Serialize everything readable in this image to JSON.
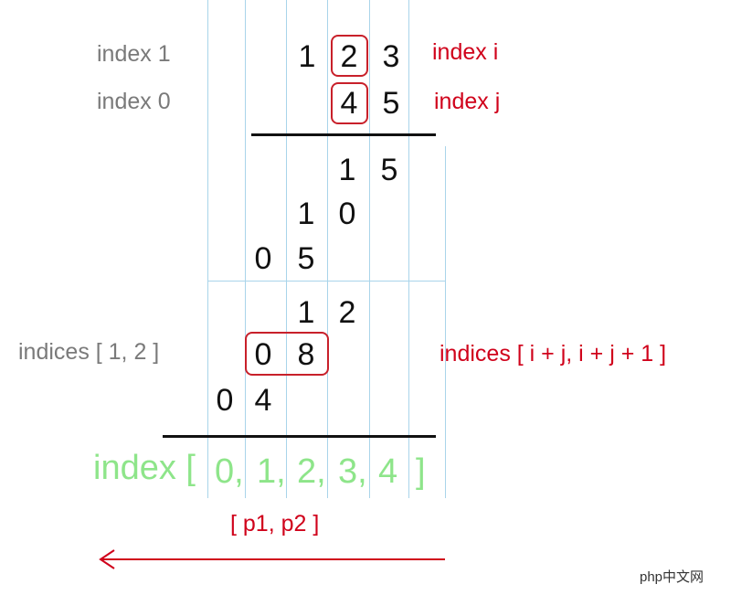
{
  "labels": {
    "index1": "index 1",
    "index0": "index 0",
    "index_i": "index i",
    "index_j": "index j",
    "indices_left": "indices [ 1, 2 ]",
    "indices_right": "indices [ i + j, i + j + 1 ]",
    "p1p2": "[ p1, p2 ]"
  },
  "num1": [
    "1",
    "2",
    "3"
  ],
  "num2": [
    "4",
    "5"
  ],
  "partials": [
    [
      "1",
      "5"
    ],
    [
      "1",
      "0"
    ],
    [
      "0",
      "5"
    ],
    [
      "1",
      "2"
    ],
    [
      "0",
      "8"
    ],
    [
      "0",
      "4"
    ]
  ],
  "index_row": {
    "label": "index [",
    "items": [
      "0,",
      "1,",
      "2,",
      "3,",
      "4"
    ],
    "close": "]"
  },
  "watermark": "php中文网",
  "colors": {
    "red": "#d0021b",
    "green": "#8ee58a",
    "gray": "#7a7a7a",
    "grid": "#a9d4ea"
  }
}
